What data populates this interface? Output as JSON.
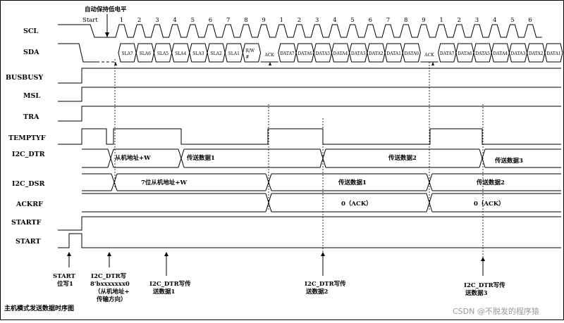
{
  "signals": [
    "SCL",
    "SDA",
    "BUSBUSY",
    "MSL",
    "TRA",
    "TEMPTYF",
    "I2C_DTR",
    "I2C_DSR",
    "ACKRF",
    "STARTF",
    "START"
  ],
  "top_notes": {
    "start": "Start",
    "hold_low": "自动保持低电平"
  },
  "scl_bits": [
    "1",
    "2",
    "3",
    "4",
    "5",
    "6",
    "7",
    "8",
    "9",
    "1",
    "2",
    "3",
    "4",
    "5",
    "6",
    "7",
    "8",
    "9",
    "1",
    "2",
    "3",
    "4",
    "5",
    "6"
  ],
  "sda_cells": {
    "address": [
      "SLA7",
      "SLA6",
      "SLA5",
      "SLA4",
      "SLA3",
      "SLA2",
      "SLA1"
    ],
    "rw": [
      "R/W",
      "#"
    ],
    "ack": "ACK",
    "data": [
      "DATA7",
      "DATA6",
      "DATA5",
      "DATA4",
      "DATA3",
      "DATA2",
      "DATA1",
      "DATA0"
    ],
    "data_partial": [
      "DATA7",
      "DATA6",
      "DATA5",
      "DATA4",
      "DATA3",
      "DATA2",
      "DATA1"
    ]
  },
  "bus_labels": {
    "dtr": [
      "从机地址+W",
      "传送数据1",
      "传送数据2",
      "传送数据3"
    ],
    "dsr": [
      "7位从机地址+W",
      "传送数据1",
      "传送数据2"
    ],
    "ackrf": [
      "0（ACK）",
      "0（ACK）"
    ]
  },
  "annotations": [
    [
      "START",
      "位写1"
    ],
    [
      "I2C_DTR写",
      "8'bxxxxxxx0",
      "（从机地址+",
      "传输方向）"
    ],
    [
      "I2C_DTR写传",
      "送数据1"
    ],
    [
      "I2C_DTR写传",
      "送数据2"
    ],
    [
      "I2C_DTR写传",
      "送数据3"
    ]
  ],
  "caption": "主机模式发送数据时序图",
  "watermark": "CSDN @不脱发的程序猿"
}
